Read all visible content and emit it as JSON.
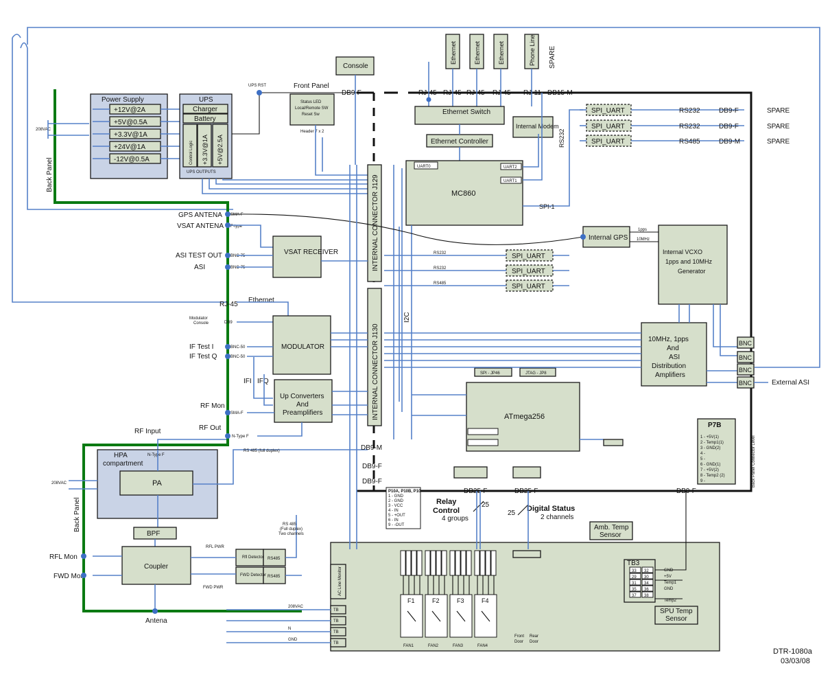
{
  "labels": {
    "console": "Console",
    "ethernet_a": "Ethernet",
    "ethernet_b": "Ethernet",
    "ethernet_c": "Ethernet",
    "phone_line": "Phone Line",
    "spare_top": "SPARE",
    "front_panel": "Front Panel",
    "db9f_console": "DB9-F",
    "rj45": "RJ-45",
    "rj11": "RJ-11",
    "db15m": "DB15-M",
    "ups_rst": "UPS RST",
    "power_supply": "Power Supply",
    "ps_rails": [
      "+12V@2A",
      "+5V@0.5A",
      "+3.3V@1A",
      "+24V@1A",
      "-12V@0.5A"
    ],
    "ups": "UPS",
    "charger": "Charger",
    "battery": "Battery",
    "control_logic": "Control Logic",
    "ups_33": "+3.3V@1A",
    "ups_5": "+5V@2.5A",
    "ups_outputs": "UPS OUTPUTS",
    "vac_208": "208VAC",
    "back_panel": "Back Panel",
    "status_led": "Status LED",
    "local_remote": "Local/Remote SW",
    "reset_sw": "Reset Sw",
    "header": "Header 7 x 2",
    "eth_switch": "Ethernet Switch",
    "internal_modem": "Internal Modem",
    "eth_controller": "Ethernet Controller",
    "uart0": "UART0",
    "uart1": "UART1",
    "uart2": "UART2",
    "mc860": "MC860",
    "spi1": "SPI-1",
    "spi_uart": "SPI_UART",
    "rs232": "RS232",
    "rs485": "RS485",
    "db9f": "DB9-F",
    "db9m": "DB9-M",
    "spare": "SPARE",
    "gps_antena": "GPS ANTENA",
    "vsat_antena": "VSAT ANTENA",
    "sma_f": "SMA-F",
    "f_type": "F-type",
    "vsat_receiver": "VSAT RECEIVER",
    "asi_test_out": "ASI TEST OUT",
    "asi": "ASI",
    "bnc75": "BNC-75",
    "internal_connector_j129": "INTERNAL CONNECTOR J129",
    "internal_connector_j130": "INTERNAL CONNECTOR J130",
    "internal_gps": "Internal GPS",
    "vcxo": "Internal VCXO 1pps and 10MHz Generator",
    "onepps": "1pps",
    "tenmhz": "10MHz",
    "rj45_eth": "RJ-45",
    "ethernet": "Ethernet",
    "modulator_console": "Modulator Console",
    "db9": "DB9",
    "modulator": "MODULATOR",
    "if_test_i": "IF Test I",
    "if_test_q": "IF Test Q",
    "bnc50": "BNC-50",
    "ifi": "IFI",
    "ifq": "IFQ",
    "up_converters": "Up Converters And Preamplifiers",
    "rf_mon": "RF Mon",
    "rf_out": "RF Out",
    "rf_input": "RF Input",
    "n_type_f": "N-Type F",
    "i2c": "I2C",
    "spi_jp46": "SPI - JP46",
    "jtag_jp8": "JTAG - JP8",
    "atmega": "ATmega256",
    "dist_amp": "10MHz, 1pps And ASI Distribution Amplifiers",
    "bnc": "BNC",
    "external_asi": "External ASI",
    "hpa": "HPA compartment",
    "pa": "PA",
    "bpf": "BPF",
    "coupler": "Coupler",
    "rfl_mon": "RFL Mon",
    "fwd_mon": "FWD Mon",
    "antena": "Antena",
    "rs485_full_duplex": "RS 485 (full duplex)",
    "rs485_two_channels": "RS 485 (Full duplex) Two channels",
    "rfl_detector": "Rfl Detector",
    "fwd_detector": "FWD Detector",
    "rfl_pwr": "RFL PWR",
    "fwd_pwr": "FWD PWR",
    "p10": [
      "P10A, P10B, P10",
      "1 - GND",
      "2 - GND",
      "3 - VCC",
      "4 - IN",
      "5 - +OUT",
      "6 - IN",
      "9 - -OUT"
    ],
    "relay_control": "Relay Control",
    "relay_groups": "4 groups",
    "digital_status": "Digital Status",
    "digital_channels": "2 channels",
    "db25f": "DB25-F",
    "num25": "25",
    "p7b": [
      "P7B",
      "1 - +5V(1)",
      "2 - Temp1(1)",
      "3 - GND(2)",
      "4 -",
      "5 -",
      "6 - GND(1)",
      "7 - +5V(2)",
      "8 - Temp2 (2)",
      "9 -"
    ],
    "back_panel_level": "Back Panel Connector Level",
    "amb_temp": "Amb. Temp Sensor",
    "spu_temp": "SPU Temp Sensor",
    "tb3": "TB3",
    "tb3_pins": [
      "33",
      "32",
      "29",
      "30",
      "31",
      "34",
      "35",
      "36",
      "37",
      "38"
    ],
    "gnd": "GND",
    "plus5v": "+5V",
    "temp1": "Temp1",
    "temp2": "Temp2",
    "ac_line_monitor": "AC Line Monitor",
    "fans": [
      "FAN1",
      "FAN2",
      "FAN3",
      "FAN4"
    ],
    "relays": [
      "F1",
      "F2",
      "F3",
      "F4"
    ],
    "front_door": "Front Door",
    "rear_door": "Rear Door",
    "tb": "TB",
    "n": "N",
    "gnd_b": "GND",
    "doc_id": "DTR-1080a",
    "doc_date": "03/03/08"
  }
}
